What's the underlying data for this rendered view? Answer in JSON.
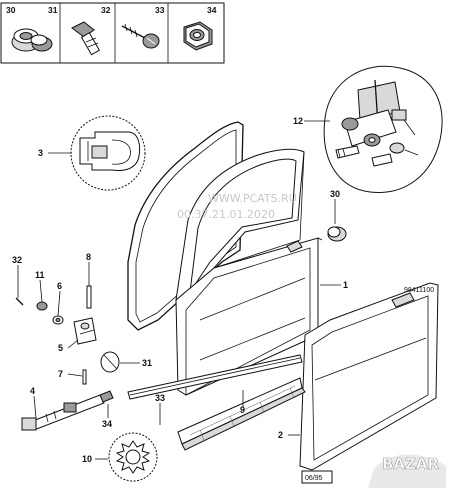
{
  "top_strip": {
    "labels": [
      "30",
      "31",
      "32",
      "33",
      "34"
    ]
  },
  "callouts": {
    "c1": "1",
    "c2": "2",
    "c3": "3",
    "c4": "4",
    "c5": "5",
    "c6": "6",
    "c7": "7",
    "c8": "8",
    "c9": "9",
    "c10": "10",
    "c11": "11",
    "c12": "12",
    "c30": "30",
    "c31": "31",
    "c32": "32",
    "c33": "33",
    "c34": "34"
  },
  "watermark": {
    "line1": "WWW.PCATS.RU",
    "line2": "00.37.21.01.2020"
  },
  "footer": {
    "date_box": "06/95",
    "reference": "98411100"
  },
  "badge": {
    "text": "BAZAR",
    "color": "#ffffff"
  }
}
